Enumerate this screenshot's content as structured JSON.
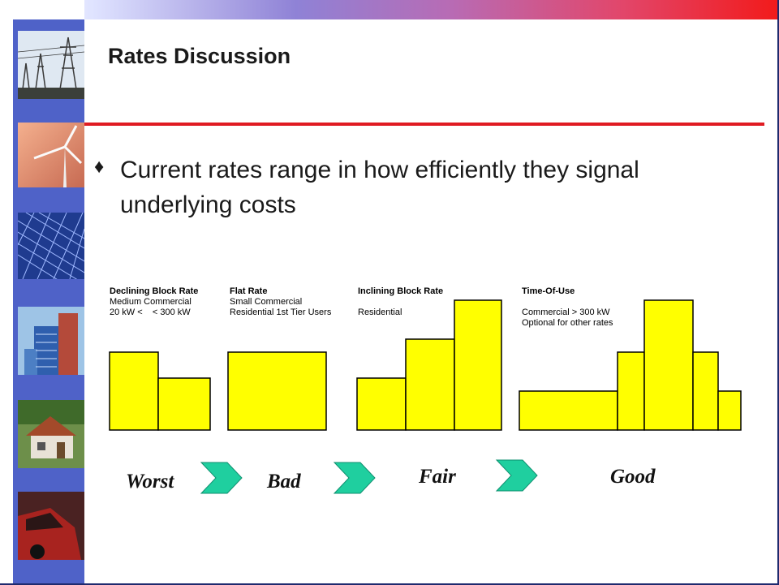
{
  "slide": {
    "title": "Rates Discussion",
    "bullet_symbol": "♦",
    "bullet_text": "Current rates range in how efficiently they signal underlying costs"
  },
  "rate_structures": [
    {
      "name": "Declining Block Rate",
      "line1": "Medium Commercial",
      "line2": "20 kW <    < 300 kW",
      "blocks": [
        3,
        2
      ]
    },
    {
      "name": "Flat Rate",
      "line1": "Small Commercial",
      "line2": "Residential 1st Tier Users",
      "blocks": [
        3
      ]
    },
    {
      "name": "Inclining Block Rate",
      "line1": "",
      "line2": "Residential",
      "blocks": [
        2,
        3.5,
        5
      ]
    },
    {
      "name": "Time-Of-Use",
      "line1": "",
      "line2": "Commercial > 300 kW",
      "line3": "Optional for other rates",
      "blocks": [
        1.5,
        3,
        5,
        3,
        1.5
      ]
    }
  ],
  "ratings": [
    "Worst",
    "Bad",
    "Fair",
    "Good"
  ],
  "colors": {
    "bar_fill": "#ffff00",
    "arrow_fill": "#1fcf9f",
    "accent_red": "#e01b22",
    "sidebar_blue": "#4f62c8"
  },
  "icons": [
    "power-tower-photo",
    "wind-turbine-photo",
    "solar-panel-photo",
    "building-photo",
    "house-photo",
    "electric-car-photo",
    "chevron-arrow-icon"
  ]
}
